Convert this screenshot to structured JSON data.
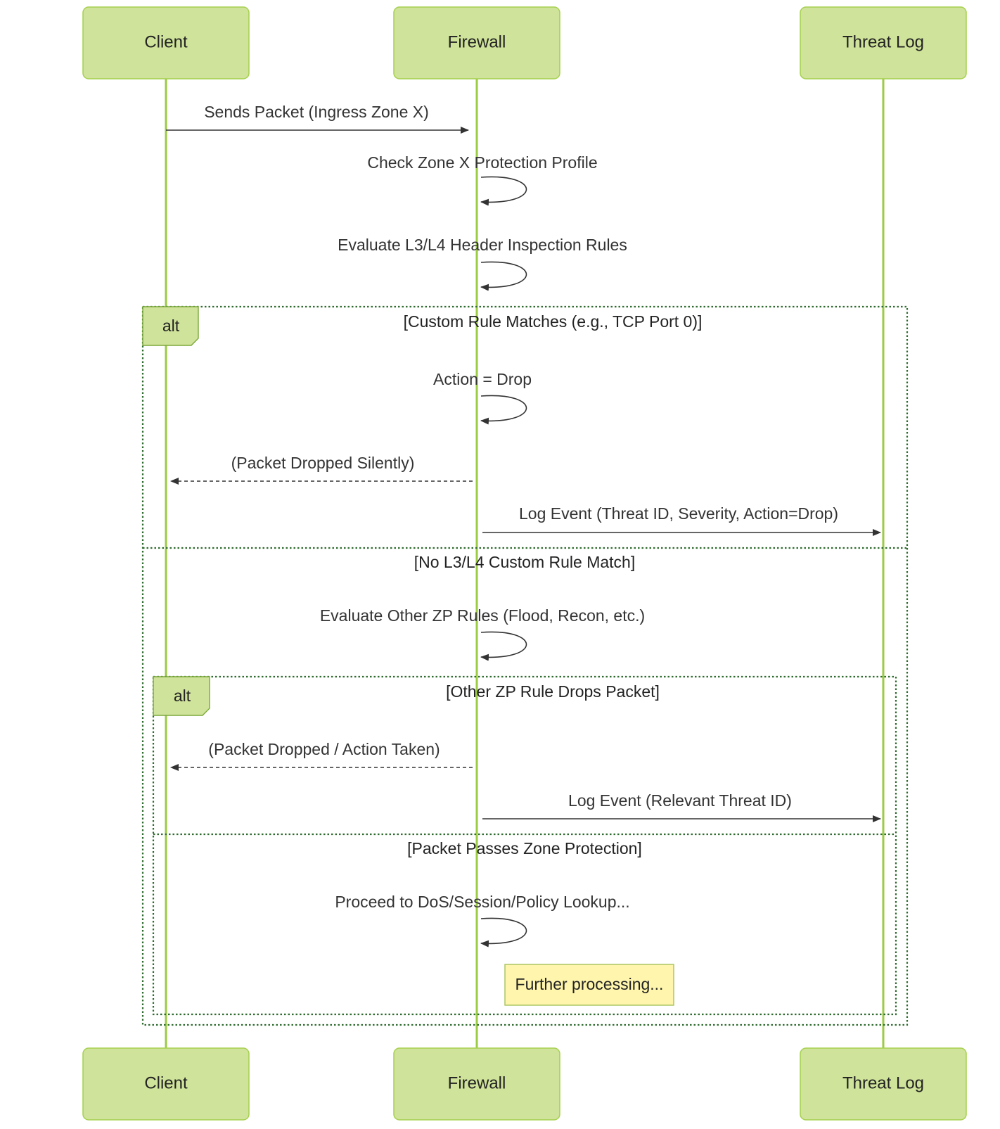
{
  "participants": [
    {
      "id": "client",
      "label": "Client"
    },
    {
      "id": "firewall",
      "label": "Firewall"
    },
    {
      "id": "threatlog",
      "label": "Threat Log"
    }
  ],
  "messages": {
    "sends_packet": "Sends Packet (Ingress Zone X)",
    "check_zone": "Check Zone X Protection Profile",
    "evaluate_l3l4": "Evaluate L3/L4 Header Inspection Rules",
    "action_drop": "Action = Drop",
    "dropped_silently": "(Packet Dropped Silently)",
    "log_event_drop": "Log Event (Threat ID, Severity, Action=Drop)",
    "evaluate_other": "Evaluate Other ZP Rules (Flood, Recon, etc.)",
    "dropped_action": "(Packet Dropped / Action Taken)",
    "log_event_relevant": "Log Event (Relevant Threat ID)",
    "proceed": "Proceed to DoS/Session/Policy Lookup..."
  },
  "fragments": {
    "outer": {
      "tag": "alt",
      "guard_1": "[Custom Rule Matches (e.g., TCP Port 0)]",
      "guard_2": "[No L3/L4 Custom Rule Match]"
    },
    "inner": {
      "tag": "alt",
      "guard_1": "[Other ZP Rule Drops Packet]",
      "guard_2": "[Packet Passes Zone Protection]"
    }
  },
  "note": "Further processing..."
}
